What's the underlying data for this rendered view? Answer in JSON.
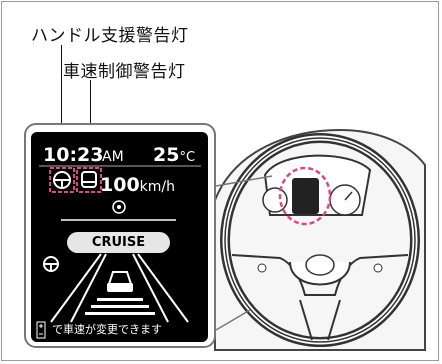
{
  "callouts": {
    "steering_assist": "ハンドル支援警告灯",
    "speed_control": "車速制御警告灯"
  },
  "display": {
    "time": "10:23",
    "ampm": "AM",
    "temperature": "25",
    "temp_unit": "°C",
    "speed_value": "100",
    "speed_unit": "km/h",
    "mode_label": "CRUISE",
    "bottom_message": "で車速が変更できます"
  },
  "icons": [
    "steering-wheel-warning-icon",
    "vehicle-speed-control-warning-icon",
    "lane-assist-icon",
    "vehicle-ahead-icon",
    "up-down-switch-icon",
    "steering-wheel-illustration"
  ],
  "colors": {
    "highlight_dash": "#d84a86",
    "screen_bg": "#000000"
  }
}
